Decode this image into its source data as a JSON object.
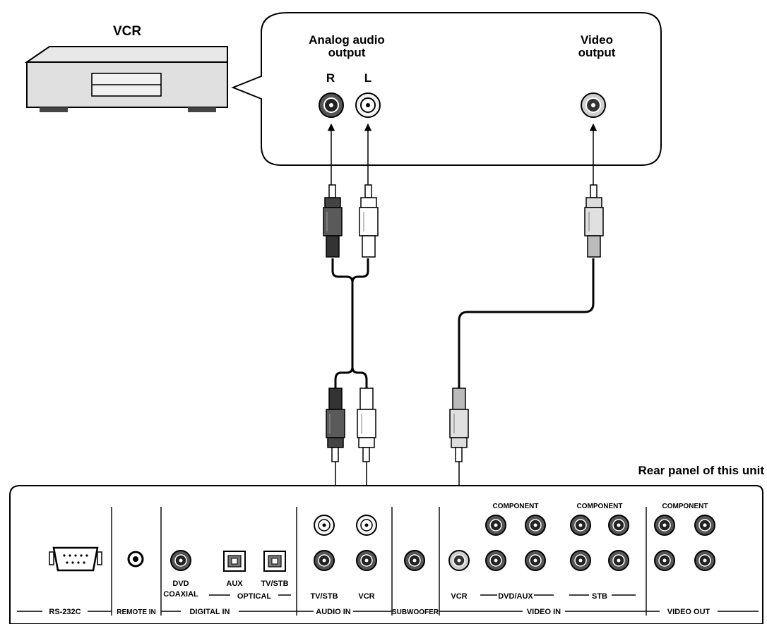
{
  "device": {
    "name": "VCR"
  },
  "callout": {
    "audio_label_line1": "Analog audio",
    "audio_label_line2": "output",
    "right_label": "R",
    "left_label": "L",
    "video_label_line1": "Video",
    "video_label_line2": "output"
  },
  "rear_panel": {
    "title": "Rear panel of this unit",
    "sections": {
      "rs232c": "RS-232C",
      "remote_in": "REMOTE IN",
      "digital_in": "DIGITAL IN",
      "audio_in": "AUDIO IN",
      "subwoofer": "SUBWOOFER",
      "video_in": "VIDEO IN",
      "video_out": "VIDEO OUT"
    },
    "labels": {
      "dvd_line1": "DVD",
      "dvd_line2": "COAXIAL",
      "aux": "AUX",
      "tvstb_optical": "TV/STB",
      "optical": "OPTICAL",
      "tvstb_audio": "TV/STB",
      "vcr_audio": "VCR",
      "vcr_video": "VCR",
      "dvd_aux": "DVD/AUX",
      "stb": "STB",
      "component_1": "COMPONENT",
      "component_2": "COMPONENT",
      "component_3": "COMPONENT"
    }
  }
}
